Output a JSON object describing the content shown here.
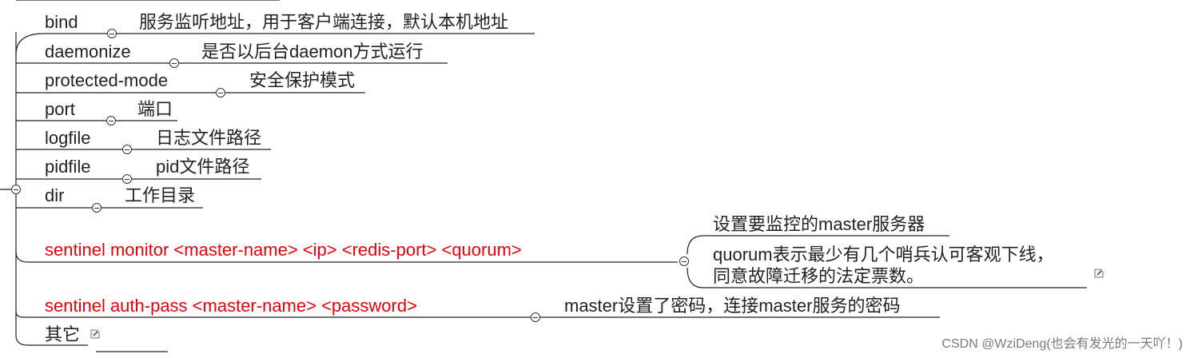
{
  "nodes": [
    {
      "key": "bind",
      "label": "bind",
      "desc": "服务监听地址，用于客户端连接，默认本机地址",
      "color": "#222222"
    },
    {
      "key": "daemonize",
      "label": "daemonize",
      "desc": "是否以后台daemon方式运行",
      "color": "#222222"
    },
    {
      "key": "protected-mode",
      "label": "protected-mode",
      "desc": "安全保护模式",
      "color": "#222222"
    },
    {
      "key": "port",
      "label": "port",
      "desc": "端口",
      "color": "#222222"
    },
    {
      "key": "logfile",
      "label": "logfile",
      "desc": "日志文件路径",
      "color": "#222222"
    },
    {
      "key": "pidfile",
      "label": "pidfile",
      "desc": "pid文件路径",
      "color": "#222222"
    },
    {
      "key": "dir",
      "label": "dir",
      "desc": "工作目录",
      "color": "#222222"
    },
    {
      "key": "sentinel-monitor",
      "label": "sentinel monitor <master-name> <ip> <redis-port> <quorum>",
      "color": "#e8000b",
      "children": [
        "设置要监控的master服务器",
        "quorum表示最少有几个哨兵认可客观下线，",
        "同意故障迁移的法定票数。"
      ]
    },
    {
      "key": "sentinel-auth-pass",
      "label": "sentinel auth-pass <master-name> <password>",
      "desc": "master设置了密码，连接master服务的密码",
      "color": "#e8000b"
    },
    {
      "key": "other",
      "label": "其它",
      "color": "#222222"
    }
  ],
  "watermark": "CSDN @WziDeng(也会有发光的一天吖！)",
  "icons": [
    "collapse-icon",
    "note-icon"
  ],
  "colors": {
    "line": "#222222",
    "accent": "#e8000b"
  }
}
